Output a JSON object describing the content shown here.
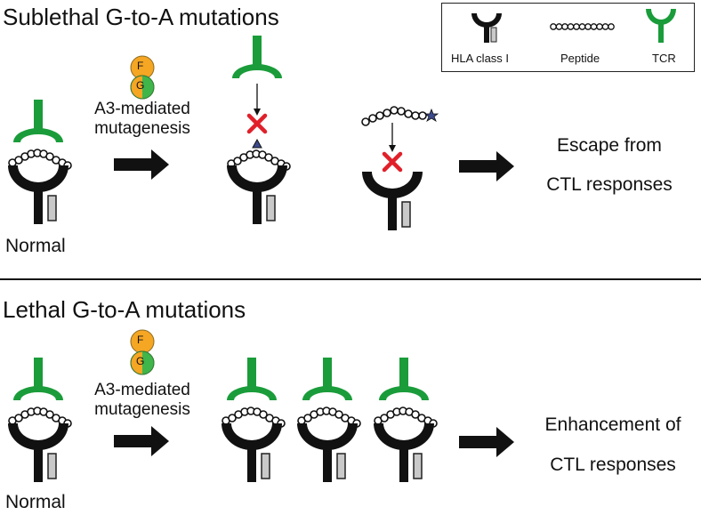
{
  "colors": {
    "mhc": "#111111",
    "tcr": "#1a9c3a",
    "cross": "#e0202a",
    "enzyme_f": "#f5a623",
    "enzyme_g": "#3fb54a",
    "mutation_marker": "#3b4a8c",
    "divider": "#111111"
  },
  "icons": [
    "hla-class-i-icon",
    "peptide-icon",
    "tcr-icon",
    "a3-enzyme-icon",
    "block-cross-icon",
    "arrow-icon"
  ],
  "legend": {
    "hla_label": "HLA class I",
    "peptide_label": "Peptide",
    "tcr_label": "TCR"
  },
  "sublethal": {
    "title": "Sublethal G-to-A mutations",
    "normal_label": "Normal",
    "enzyme_f": "F",
    "enzyme_g": "G",
    "mutagenesis_line1": "A3-mediated",
    "mutagenesis_line2": "mutagenesis",
    "outcome_line1": "Escape from",
    "outcome_line2": "CTL responses"
  },
  "lethal": {
    "title": "Lethal G-to-A mutations",
    "normal_label": "Normal",
    "enzyme_f": "F",
    "enzyme_g": "G",
    "mutagenesis_line1": "A3-mediated",
    "mutagenesis_line2": "mutagenesis",
    "outcome_line1": "Enhancement of",
    "outcome_line2": "CTL responses"
  }
}
